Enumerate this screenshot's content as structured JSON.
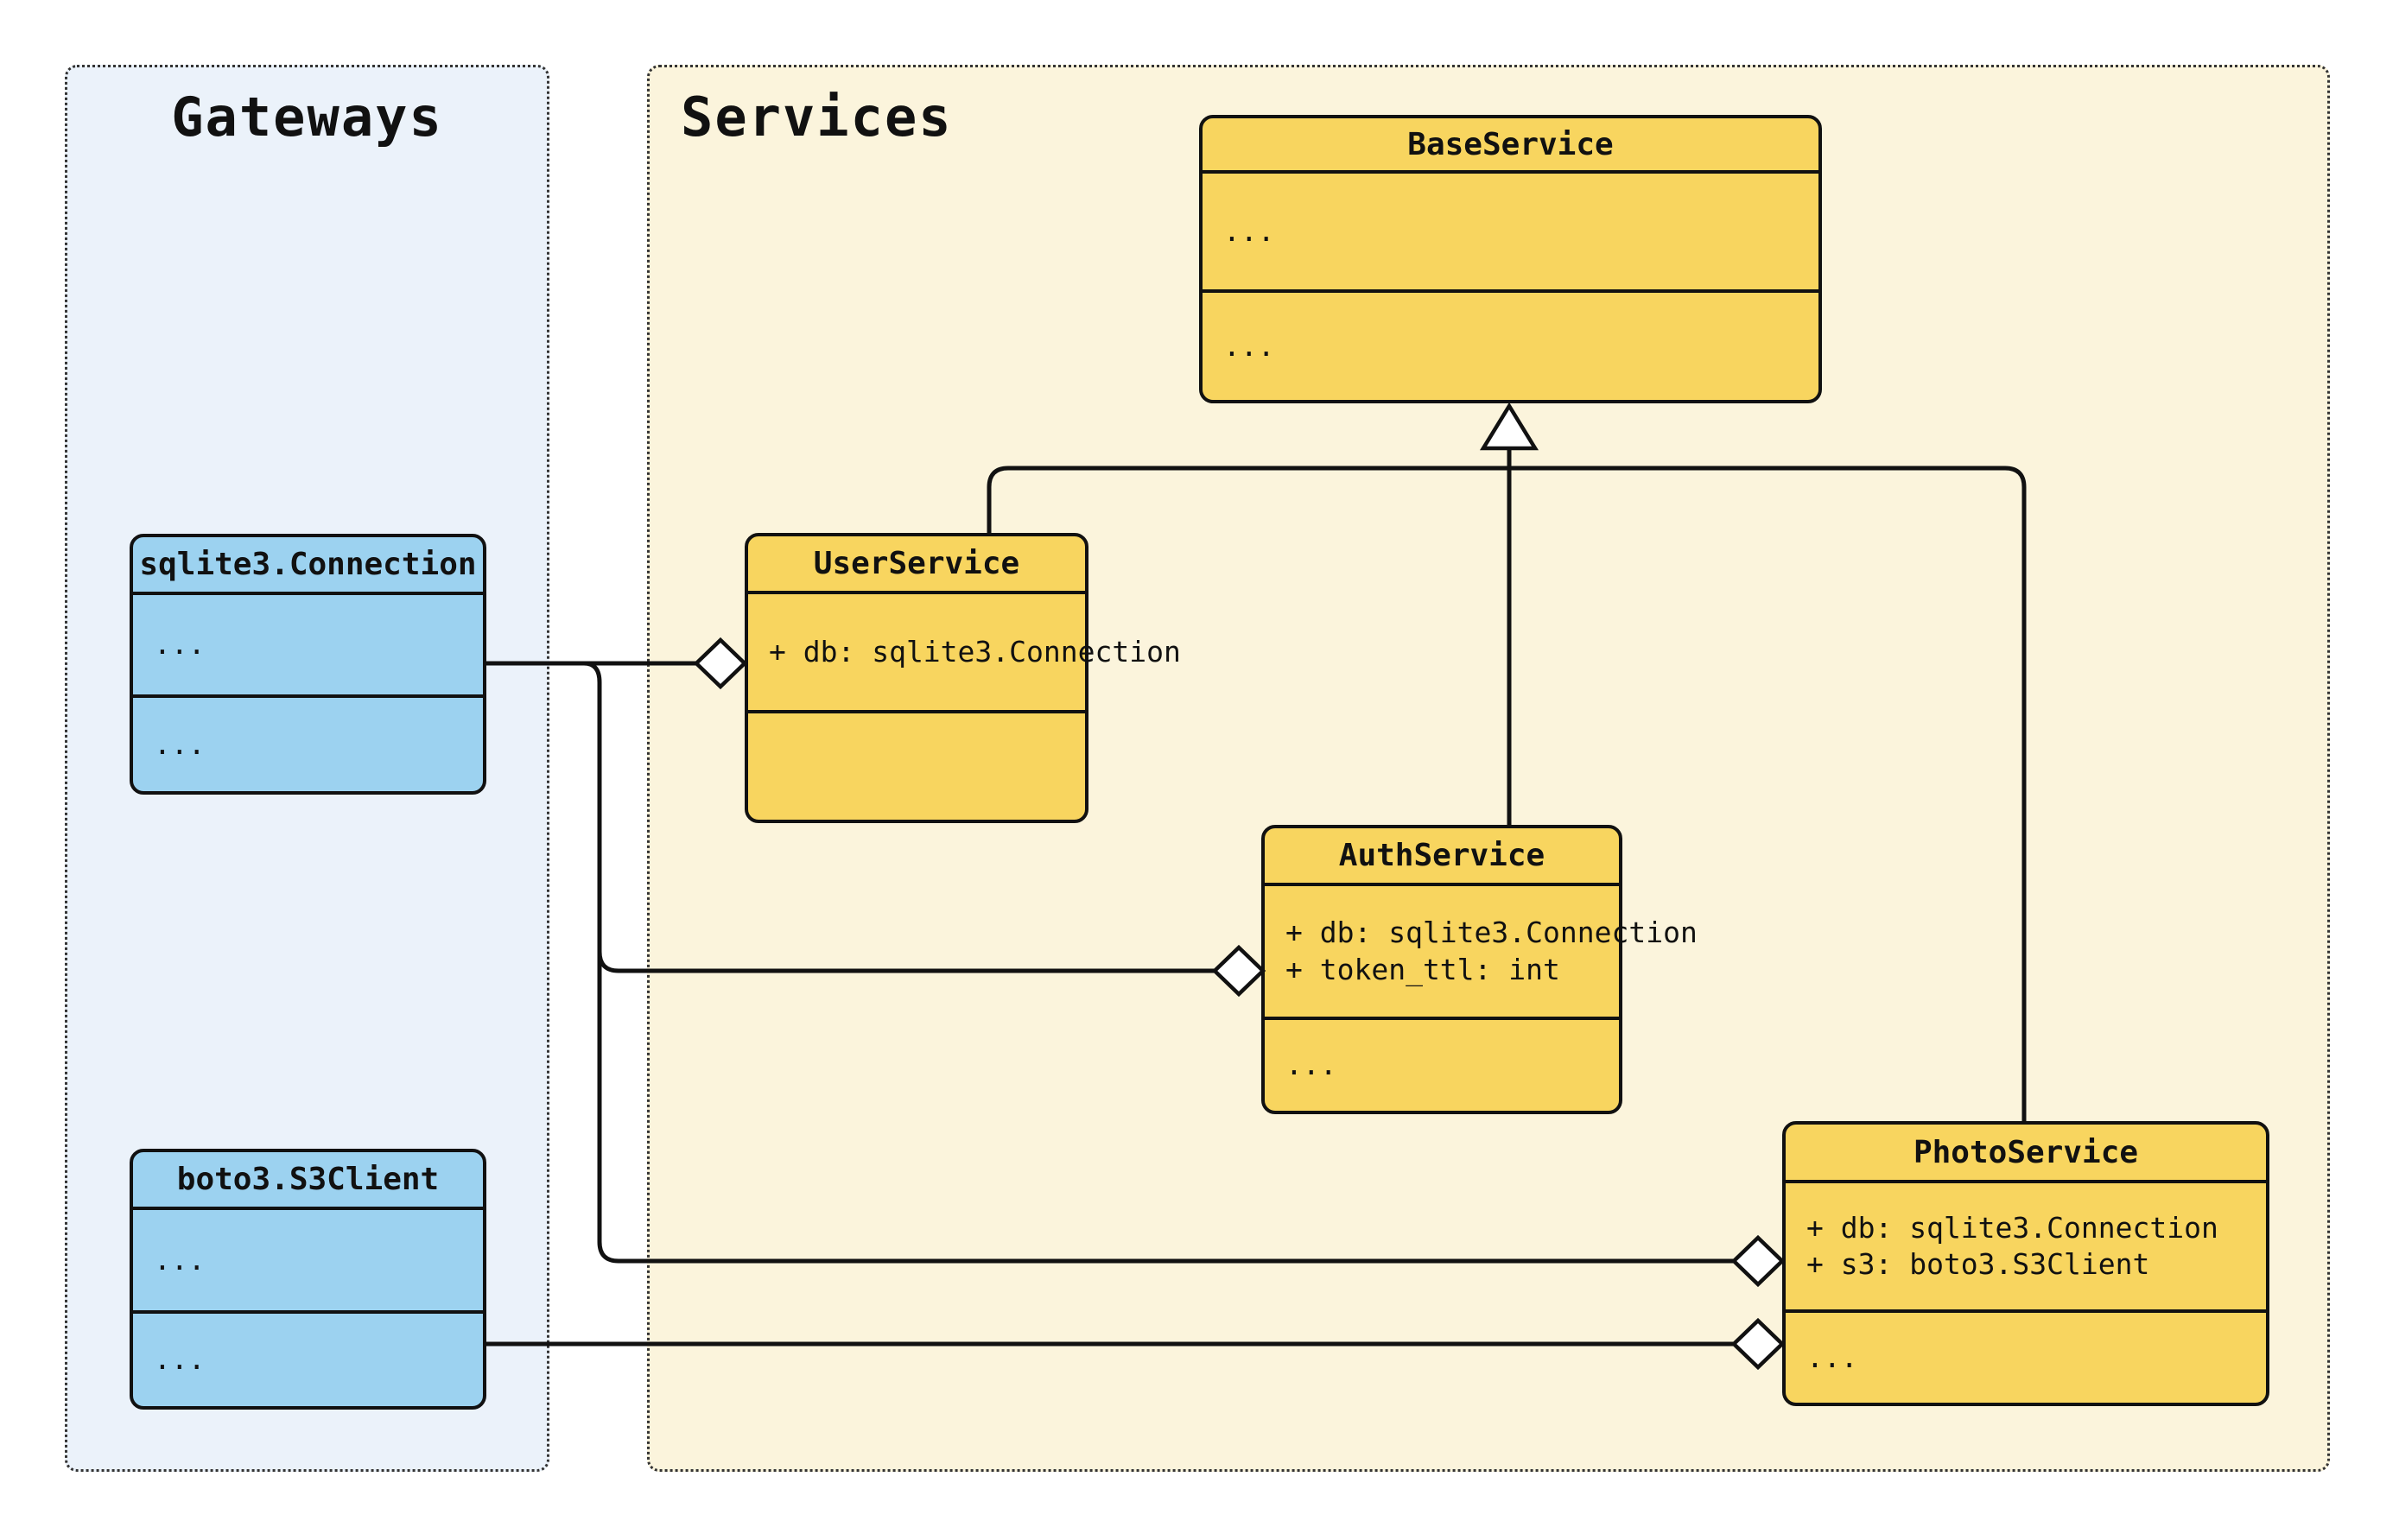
{
  "diagram_type": "uml-class-diagram",
  "groups": {
    "gateways": {
      "label": "Gateways",
      "fill": "#EBF2FA"
    },
    "services": {
      "label": "Services",
      "fill": "#FBF4DC"
    }
  },
  "colors": {
    "gateway_class_fill": "#9CD2F0",
    "service_class_fill": "#F8D55F",
    "line": "#111111",
    "canvas_background": "#ffffff"
  },
  "classes": {
    "sqlite3_connection": {
      "name": "sqlite3.Connection",
      "attributes": "...",
      "methods": "..."
    },
    "boto3_s3client": {
      "name": "boto3.S3Client",
      "attributes": "...",
      "methods": "..."
    },
    "base_service": {
      "name": "BaseService",
      "attributes": "...",
      "methods": "..."
    },
    "user_service": {
      "name": "UserService",
      "attr_db": "+ db: sqlite3.Connection",
      "methods": ""
    },
    "auth_service": {
      "name": "AuthService",
      "attr_db": "+ db: sqlite3.Connection",
      "attr_token": "+ token_ttl: int",
      "methods": "..."
    },
    "photo_service": {
      "name": "PhotoService",
      "attr_db": "+ db: sqlite3.Connection",
      "attr_s3": "+ s3: boto3.S3Client",
      "methods": "..."
    }
  },
  "relations": [
    {
      "type": "inheritance",
      "from": "UserService",
      "to": "BaseService"
    },
    {
      "type": "inheritance",
      "from": "AuthService",
      "to": "BaseService"
    },
    {
      "type": "inheritance",
      "from": "PhotoService",
      "to": "BaseService"
    },
    {
      "type": "aggregation",
      "from": "sqlite3.Connection",
      "to": "UserService"
    },
    {
      "type": "aggregation",
      "from": "sqlite3.Connection",
      "to": "AuthService"
    },
    {
      "type": "aggregation",
      "from": "sqlite3.Connection",
      "to": "PhotoService"
    },
    {
      "type": "aggregation",
      "from": "boto3.S3Client",
      "to": "PhotoService"
    }
  ]
}
